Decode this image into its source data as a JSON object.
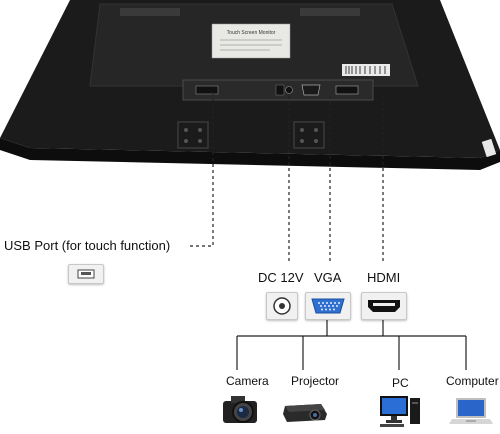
{
  "labels": {
    "usb_port": "USB Port (for touch function)",
    "dc": "DC 12V",
    "vga": "VGA",
    "hdmi": "HDMI",
    "camera": "Camera",
    "projector": "Projector",
    "pc": "PC",
    "computer": "Computer"
  },
  "monitor_sticker_text": "Touch Screen Monitor",
  "colors": {
    "monitor_body": "#1d1d1d",
    "connector_line": "#222222",
    "vga_blue": "#2f6fd0"
  },
  "icons": [
    "usb-port-icon",
    "dc-jack-icon",
    "vga-port-icon",
    "hdmi-port-icon",
    "camera-icon",
    "projector-icon",
    "pc-icon",
    "laptop-icon"
  ]
}
